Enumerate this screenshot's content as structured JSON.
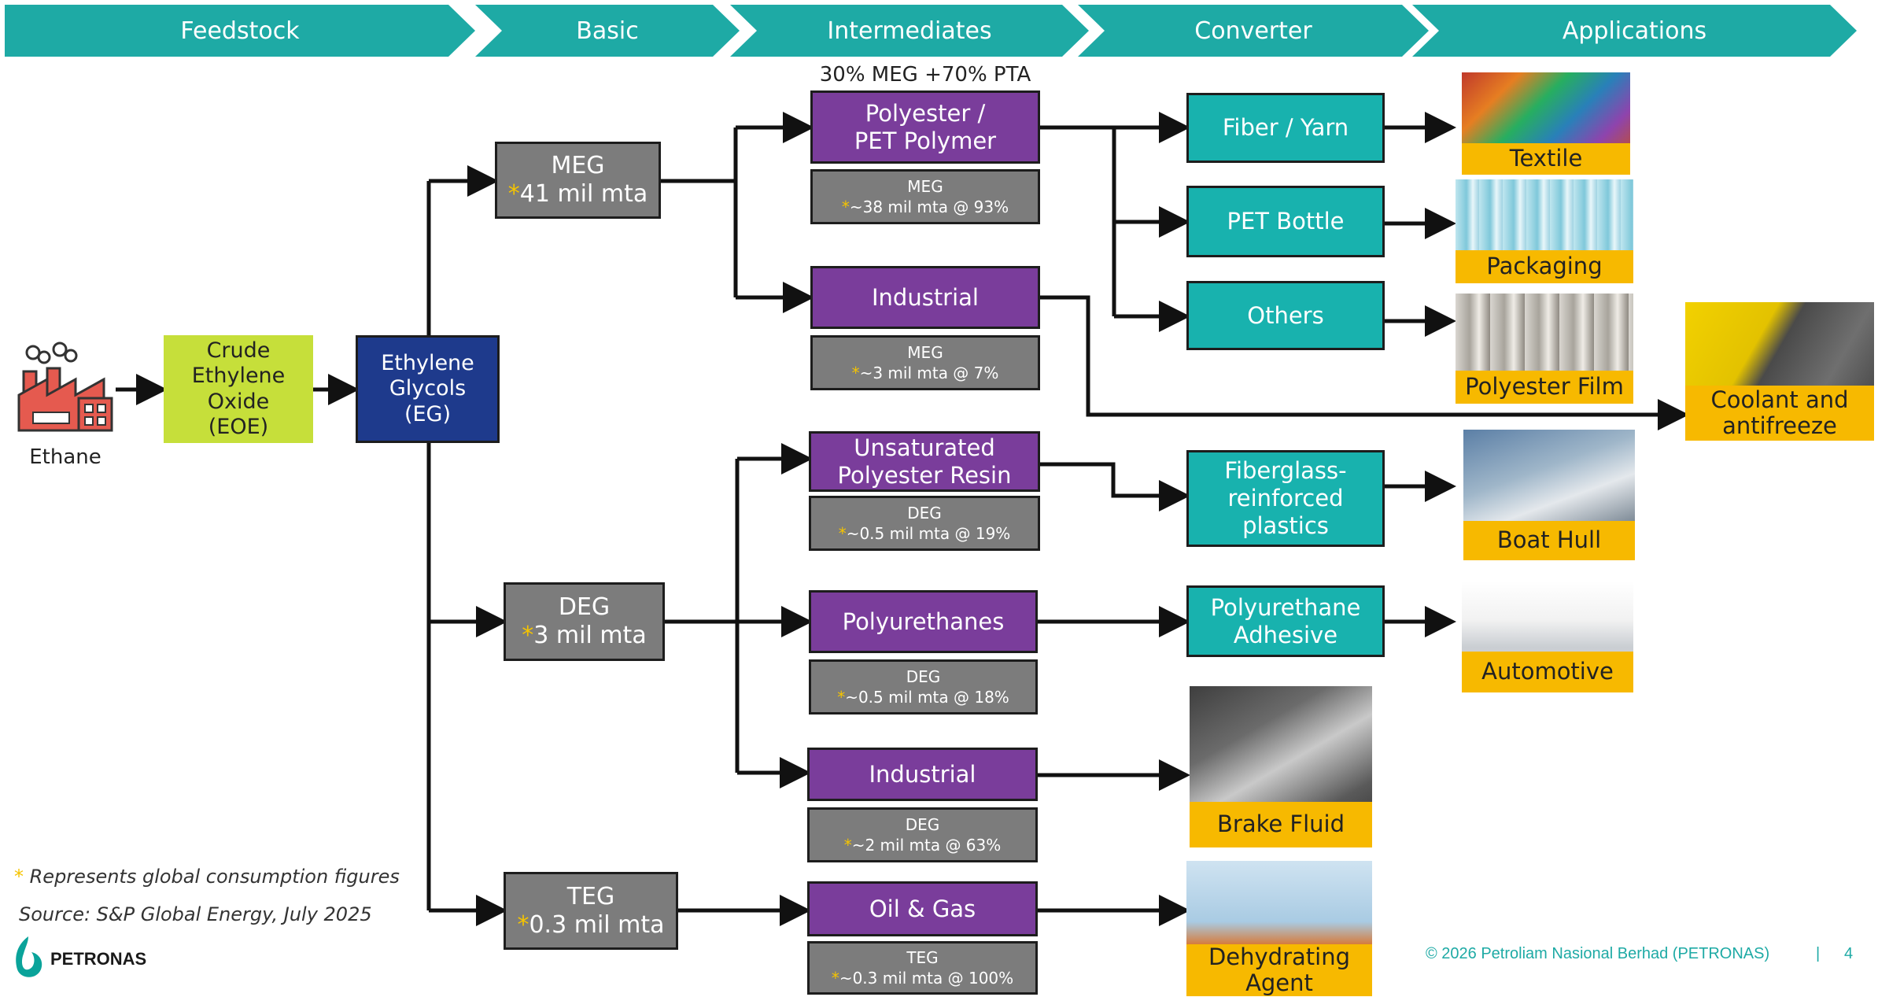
{
  "stages": [
    "Feedstock",
    "Basic",
    "Intermediates",
    "Converter",
    "Applications"
  ],
  "feedstock": {
    "ethane_label": "Ethane",
    "eoe_label": "Crude\nEthylene\nOxide\n(EOE)"
  },
  "eg_label": "Ethylene\nGlycols\n(EG)",
  "basic": {
    "meg": {
      "name": "MEG",
      "star": "*",
      "volume": "41 mil mta"
    },
    "deg": {
      "name": "DEG",
      "star": "*",
      "volume": "3 mil mta"
    },
    "teg": {
      "name": "TEG",
      "star": "*",
      "volume": "0.3 mil mta"
    }
  },
  "pta_note": "30% MEG +70% PTA",
  "intermediates": {
    "polyester": {
      "name": "Polyester /\nPET Polymer",
      "sub_type": "MEG",
      "star": "*",
      "sub_value": "~38 mil mta @ 93%"
    },
    "industrial_meg": {
      "name": "Industrial",
      "sub_type": "MEG",
      "star": "*",
      "sub_value": "~3 mil mta @ 7%"
    },
    "unsaturated": {
      "name": "Unsaturated\nPolyester Resin",
      "sub_type": "DEG",
      "star": "*",
      "sub_value": "~0.5 mil mta @ 19%"
    },
    "polyurethanes": {
      "name": "Polyurethanes",
      "sub_type": "DEG",
      "star": "*",
      "sub_value": "~0.5 mil mta @ 18%"
    },
    "industrial_deg": {
      "name": "Industrial",
      "sub_type": "DEG",
      "star": "*",
      "sub_value": "~2 mil mta @ 63%"
    },
    "oil_gas": {
      "name": "Oil & Gas",
      "sub_type": "TEG",
      "star": "*",
      "sub_value": "~0.3 mil mta @ 100%"
    }
  },
  "converters": {
    "fiber": "Fiber / Yarn",
    "pet_bottle": "PET Bottle",
    "others": "Others",
    "fiberglass": "Fiberglass-\nreinforced\nplastics",
    "pu_adhesive": "Polyurethane\nAdhesive"
  },
  "applications": {
    "textile": "Textile",
    "packaging": "Packaging",
    "polyester_film": "Polyester Film",
    "coolant": "Coolant and\nantifreeze",
    "boat_hull": "Boat Hull",
    "automotive": "Automotive",
    "brake_fluid": "Brake Fluid",
    "dehydrating": "Dehydrating\nAgent"
  },
  "footnote": {
    "star": "*",
    "text": " Represents global consumption figures",
    "source": "Source: S&P Global Energy, July 2025"
  },
  "footer": {
    "copyright": "© 2026 Petroliam Nasional Berhad (PETRONAS)",
    "separator": "|",
    "page": "4",
    "brand": "PETRONAS"
  },
  "colors": {
    "teal": "#1eaaa5",
    "purple": "#7a3d9b",
    "gray": "#7c7c7c",
    "green": "#c6df3a",
    "navy": "#1e3a8c",
    "gold": "#f7b900",
    "star": "#f5c400"
  },
  "icons": [
    "factory-icon",
    "petronas-logo-icon"
  ]
}
